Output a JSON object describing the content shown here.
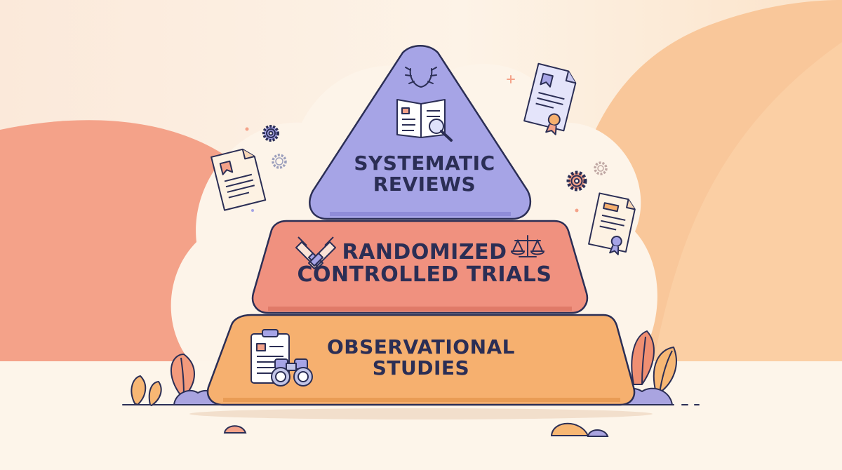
{
  "diagram": {
    "tiers": [
      {
        "line1": "SYSTEMATIC",
        "line2": "REVIEWS",
        "color": "#a6a4e6",
        "icons": [
          "laurel-wreath-icon",
          "open-book-magnifier-icon"
        ]
      },
      {
        "line1": "RANDOMIZED",
        "line2": "CONTROLLED TRIALS",
        "color": "#f0917f",
        "icons": [
          "test-tubes-icon",
          "balance-scale-icon"
        ]
      },
      {
        "line1": "OBSERVATIONAL",
        "line2": "STUDIES",
        "color": "#f6b06f",
        "icons": [
          "clipboard-icon",
          "binoculars-icon"
        ]
      }
    ],
    "decorations": [
      "document-icon",
      "certificate-icon",
      "gear-icon",
      "leaf-icon",
      "pebble-icon"
    ]
  },
  "colors": {
    "background": "#fbf1e4",
    "outline": "#2b2e55",
    "top_tier": "#a6a4e6",
    "middle_tier": "#f0917f",
    "base_tier": "#f6b06f"
  }
}
